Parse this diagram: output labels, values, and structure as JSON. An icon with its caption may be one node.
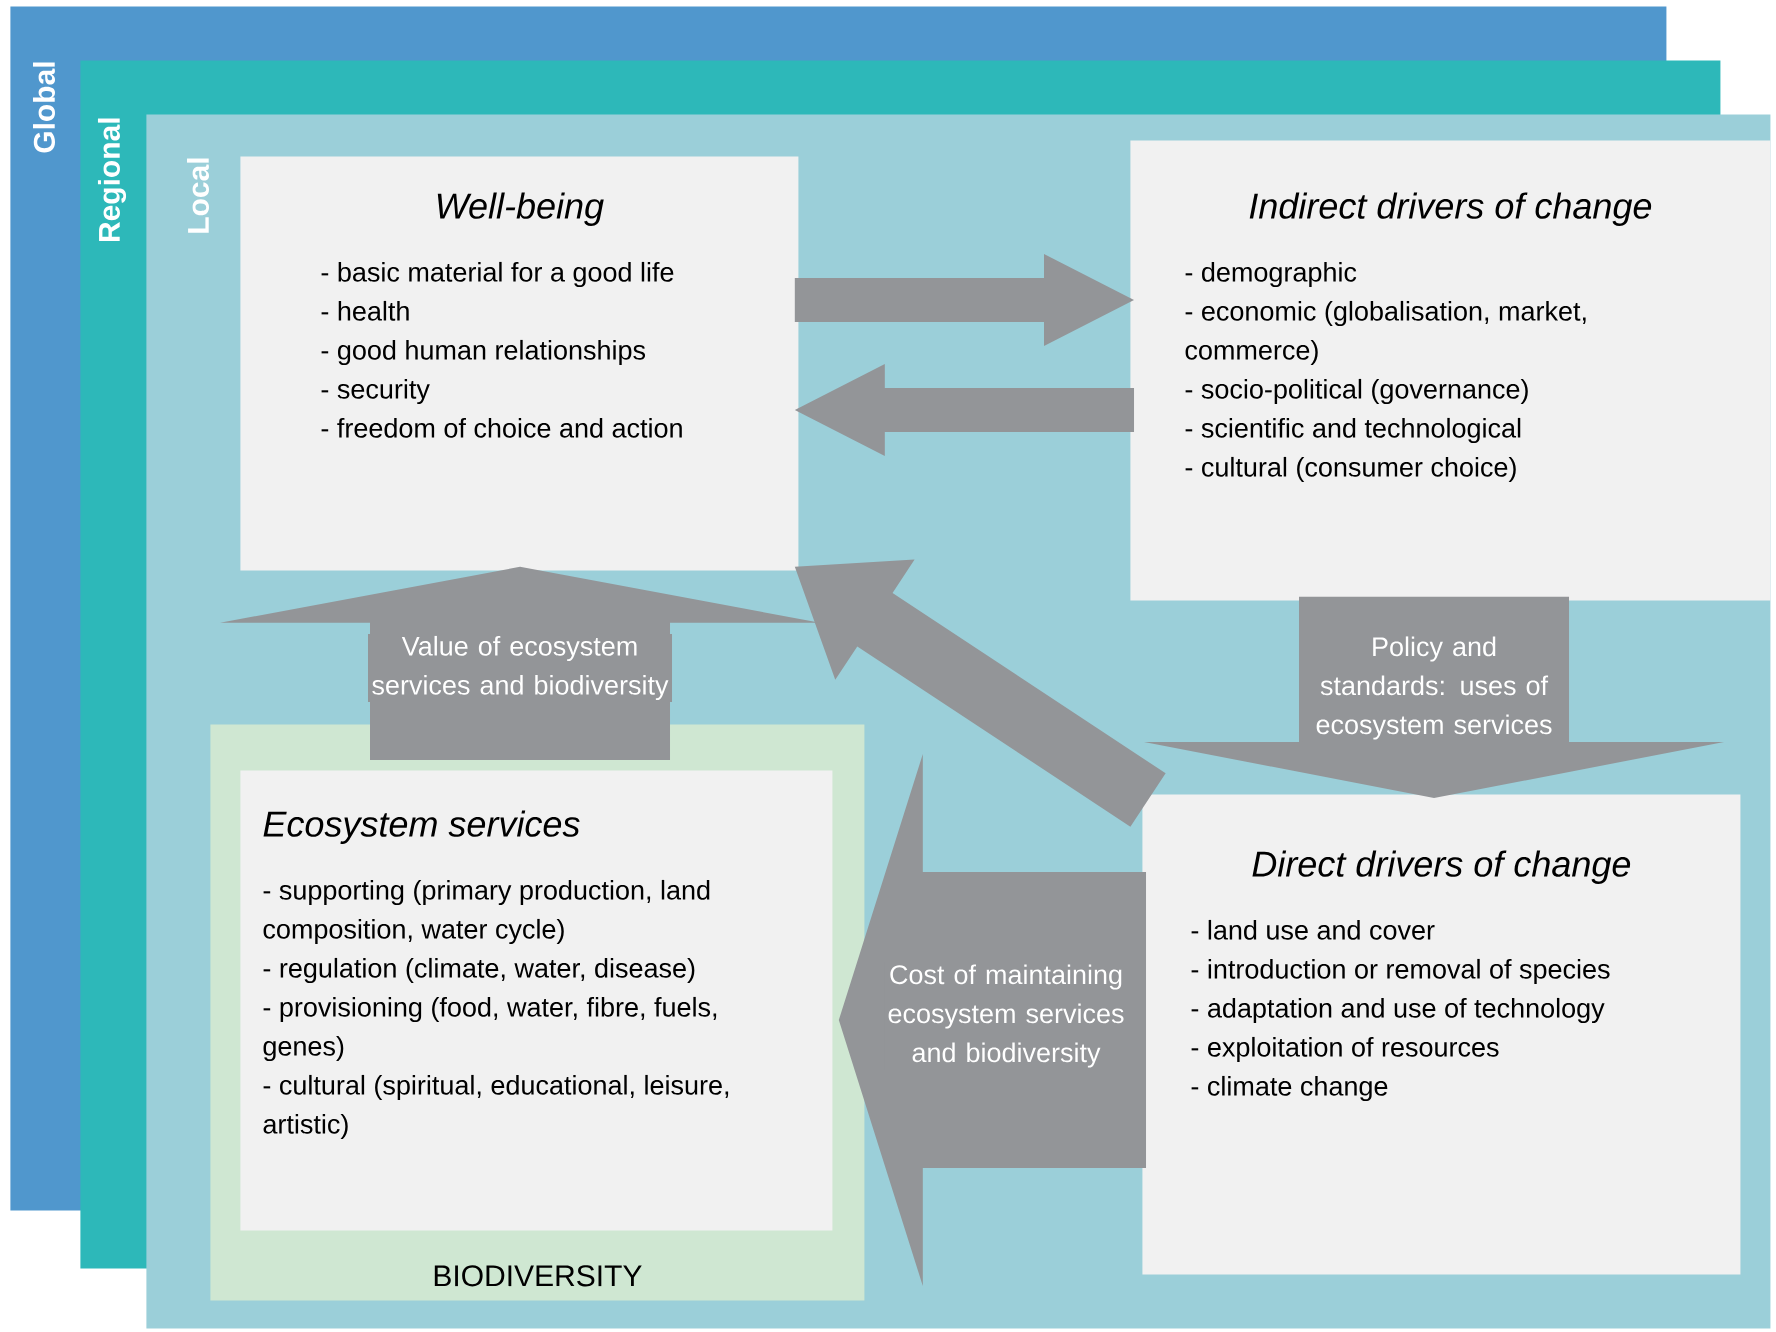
{
  "diagram": {
    "nodes": [
      {
        "text": [
          "Global"
        ]
      },
      {
        "text": [
          "Regional"
        ]
      },
      {
        "text": [
          "Local"
        ]
      },
      {
        "text": [
          "Well-being",
          "- basic material for a good life",
          "- health",
          "- good human relationships",
          "- security",
          "- freedom of choice and action"
        ],
        "in": 2
      },
      {
        "text": [
          "Indirect drivers of change",
          "- demographic",
          "- economic (globalisation, market, commerce)",
          "- socio-political  (governance)",
          "- scientific and technological",
          "- cultural (consumer choice)"
        ],
        "in": 2
      },
      {
        "text": [
          "BIODIVERSITY"
        ],
        "in": 2
      },
      {
        "text": [
          "Ecosystem services",
          "- supporting (primary production, land composition, water cycle)",
          "- regulation (climate, water, disease)",
          "- provisioning (food, water, fibre, fuels, genes)",
          "- cultural (spiritual, educational, leisure, artistic)"
        ],
        "in": 5
      },
      {
        "text": [
          "Direct drivers of change",
          "- land use and cover",
          "- introduction or removal of species",
          "- adaptation and use of technology",
          "- exploitation of resources",
          "- climate change"
        ],
        "in": 2
      }
    ],
    "edges": [
      {
        "from": 3,
        "to": 4,
        "arrow": "to"
      },
      {
        "from": 4,
        "to": 3,
        "arrow": "to"
      },
      {
        "from": 4,
        "to": 7,
        "arrow": "to",
        "style": "thick",
        "label": "Policy and standards: uses of ecosystem services"
      },
      {
        "from": 7,
        "to": 3,
        "arrow": "to"
      },
      {
        "from": 5,
        "to": 3,
        "arrow": "to",
        "style": "thick",
        "label": "Value of ecosystem services and biodiversity"
      },
      {
        "from": 7,
        "to": 5,
        "arrow": "to",
        "style": "thick",
        "label": "Cost of maintaining ecosystem services and biodiversity"
      }
    ]
  }
}
